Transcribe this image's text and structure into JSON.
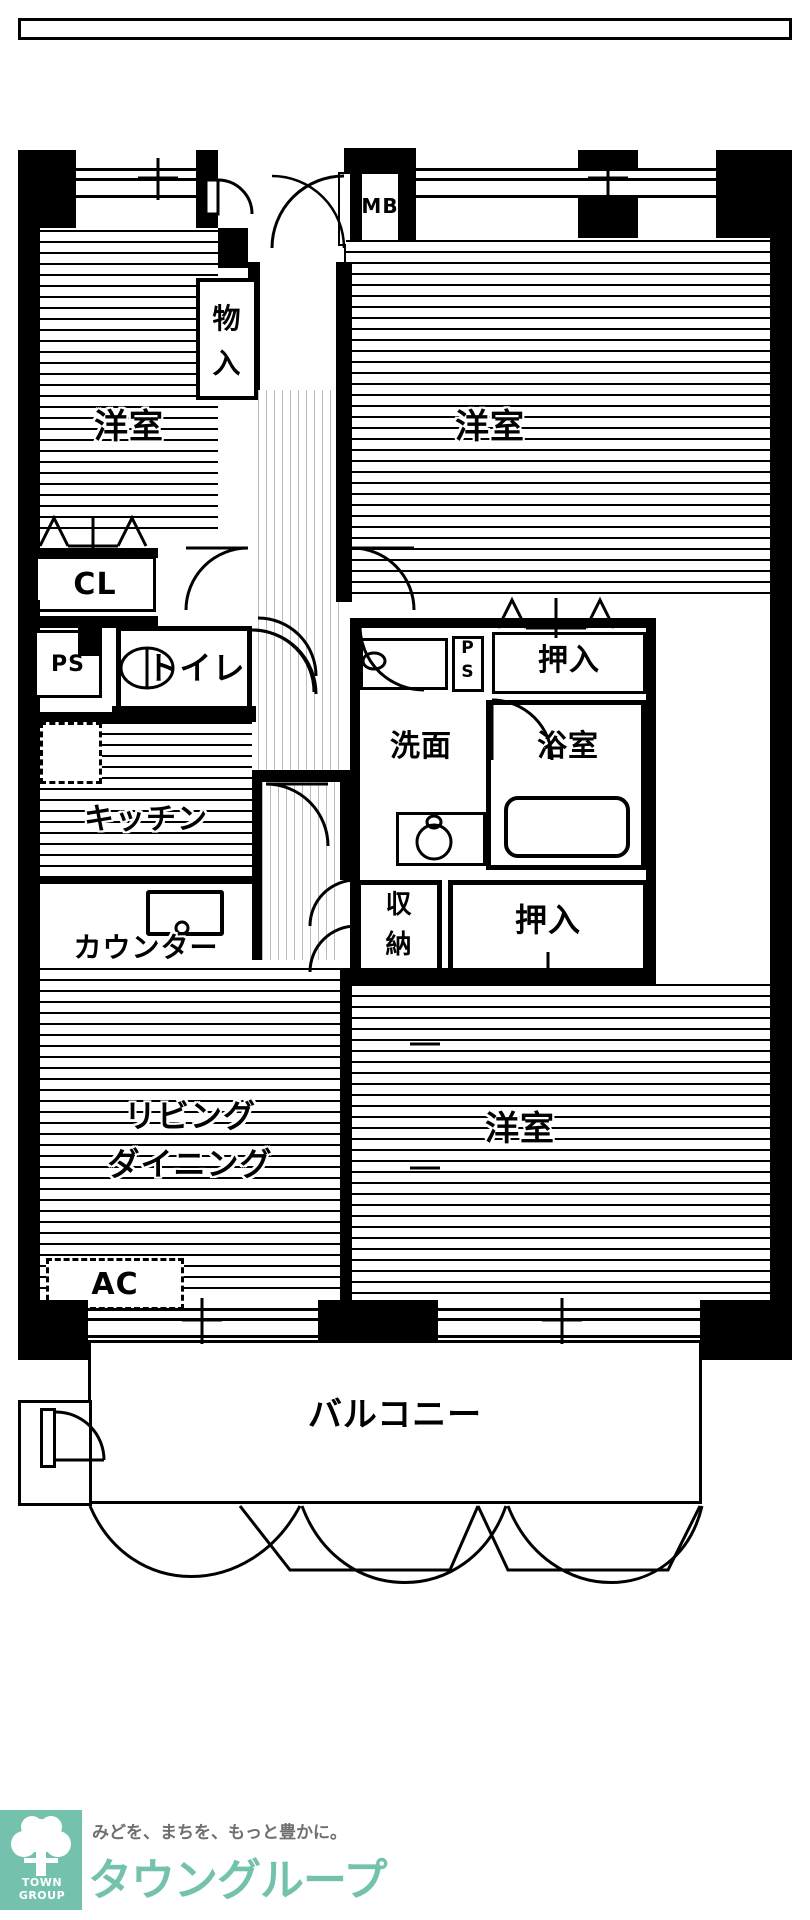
{
  "document": {
    "type": "apartment-floor-plan",
    "language": "ja"
  },
  "rooms": [
    {
      "id": "bedroom-top-left",
      "label": "洋室",
      "floor": "wood"
    },
    {
      "id": "bedroom-top-right",
      "label": "洋室",
      "floor": "wood"
    },
    {
      "id": "bedroom-bottom-right",
      "label": "洋室",
      "floor": "wood"
    },
    {
      "id": "living-dining",
      "label": "リビング",
      "label2": "ダイニング",
      "floor": "wood"
    },
    {
      "id": "kitchen",
      "label": "キッチン",
      "floor": "wood"
    },
    {
      "id": "counter",
      "label": "カウンター",
      "floor": "wood"
    },
    {
      "id": "washroom",
      "label": "洗面",
      "floor": "tile"
    },
    {
      "id": "bathroom",
      "label": "浴室",
      "floor": "tile"
    },
    {
      "id": "toilet",
      "label": "トイレ",
      "floor": "tile"
    },
    {
      "id": "balcony",
      "label": "バルコニー",
      "floor": "none"
    }
  ],
  "storage": [
    {
      "id": "closet-cl",
      "label": "CL"
    },
    {
      "id": "storage-monoire",
      "label_line1": "物",
      "label_line2": "入"
    },
    {
      "id": "closet-oshiire-upper",
      "label": "押入"
    },
    {
      "id": "closet-oshiire-lower",
      "label": "押入"
    },
    {
      "id": "storage-shuno",
      "label_line1": "収",
      "label_line2": "納"
    }
  ],
  "services": [
    {
      "id": "meter-box",
      "label": "MB"
    },
    {
      "id": "pipe-shaft-left",
      "label": "PS"
    },
    {
      "id": "pipe-shaft-right",
      "label_line1": "P",
      "label_line2": "S"
    },
    {
      "id": "ac-unit",
      "label": "AC"
    },
    {
      "id": "vent-box",
      "label": ""
    }
  ],
  "footer": {
    "tagline": "みどを、まちを、もっと豊かに。",
    "brand": "タウングループ",
    "logo_text": "TOWN GROUP",
    "logo_color": "#74c2ae",
    "logo_icon": "tree-icon"
  },
  "colors": {
    "wall": "#000000",
    "background": "#ffffff",
    "brand": "#74c2ae",
    "tagline": "#6f6f6f"
  }
}
